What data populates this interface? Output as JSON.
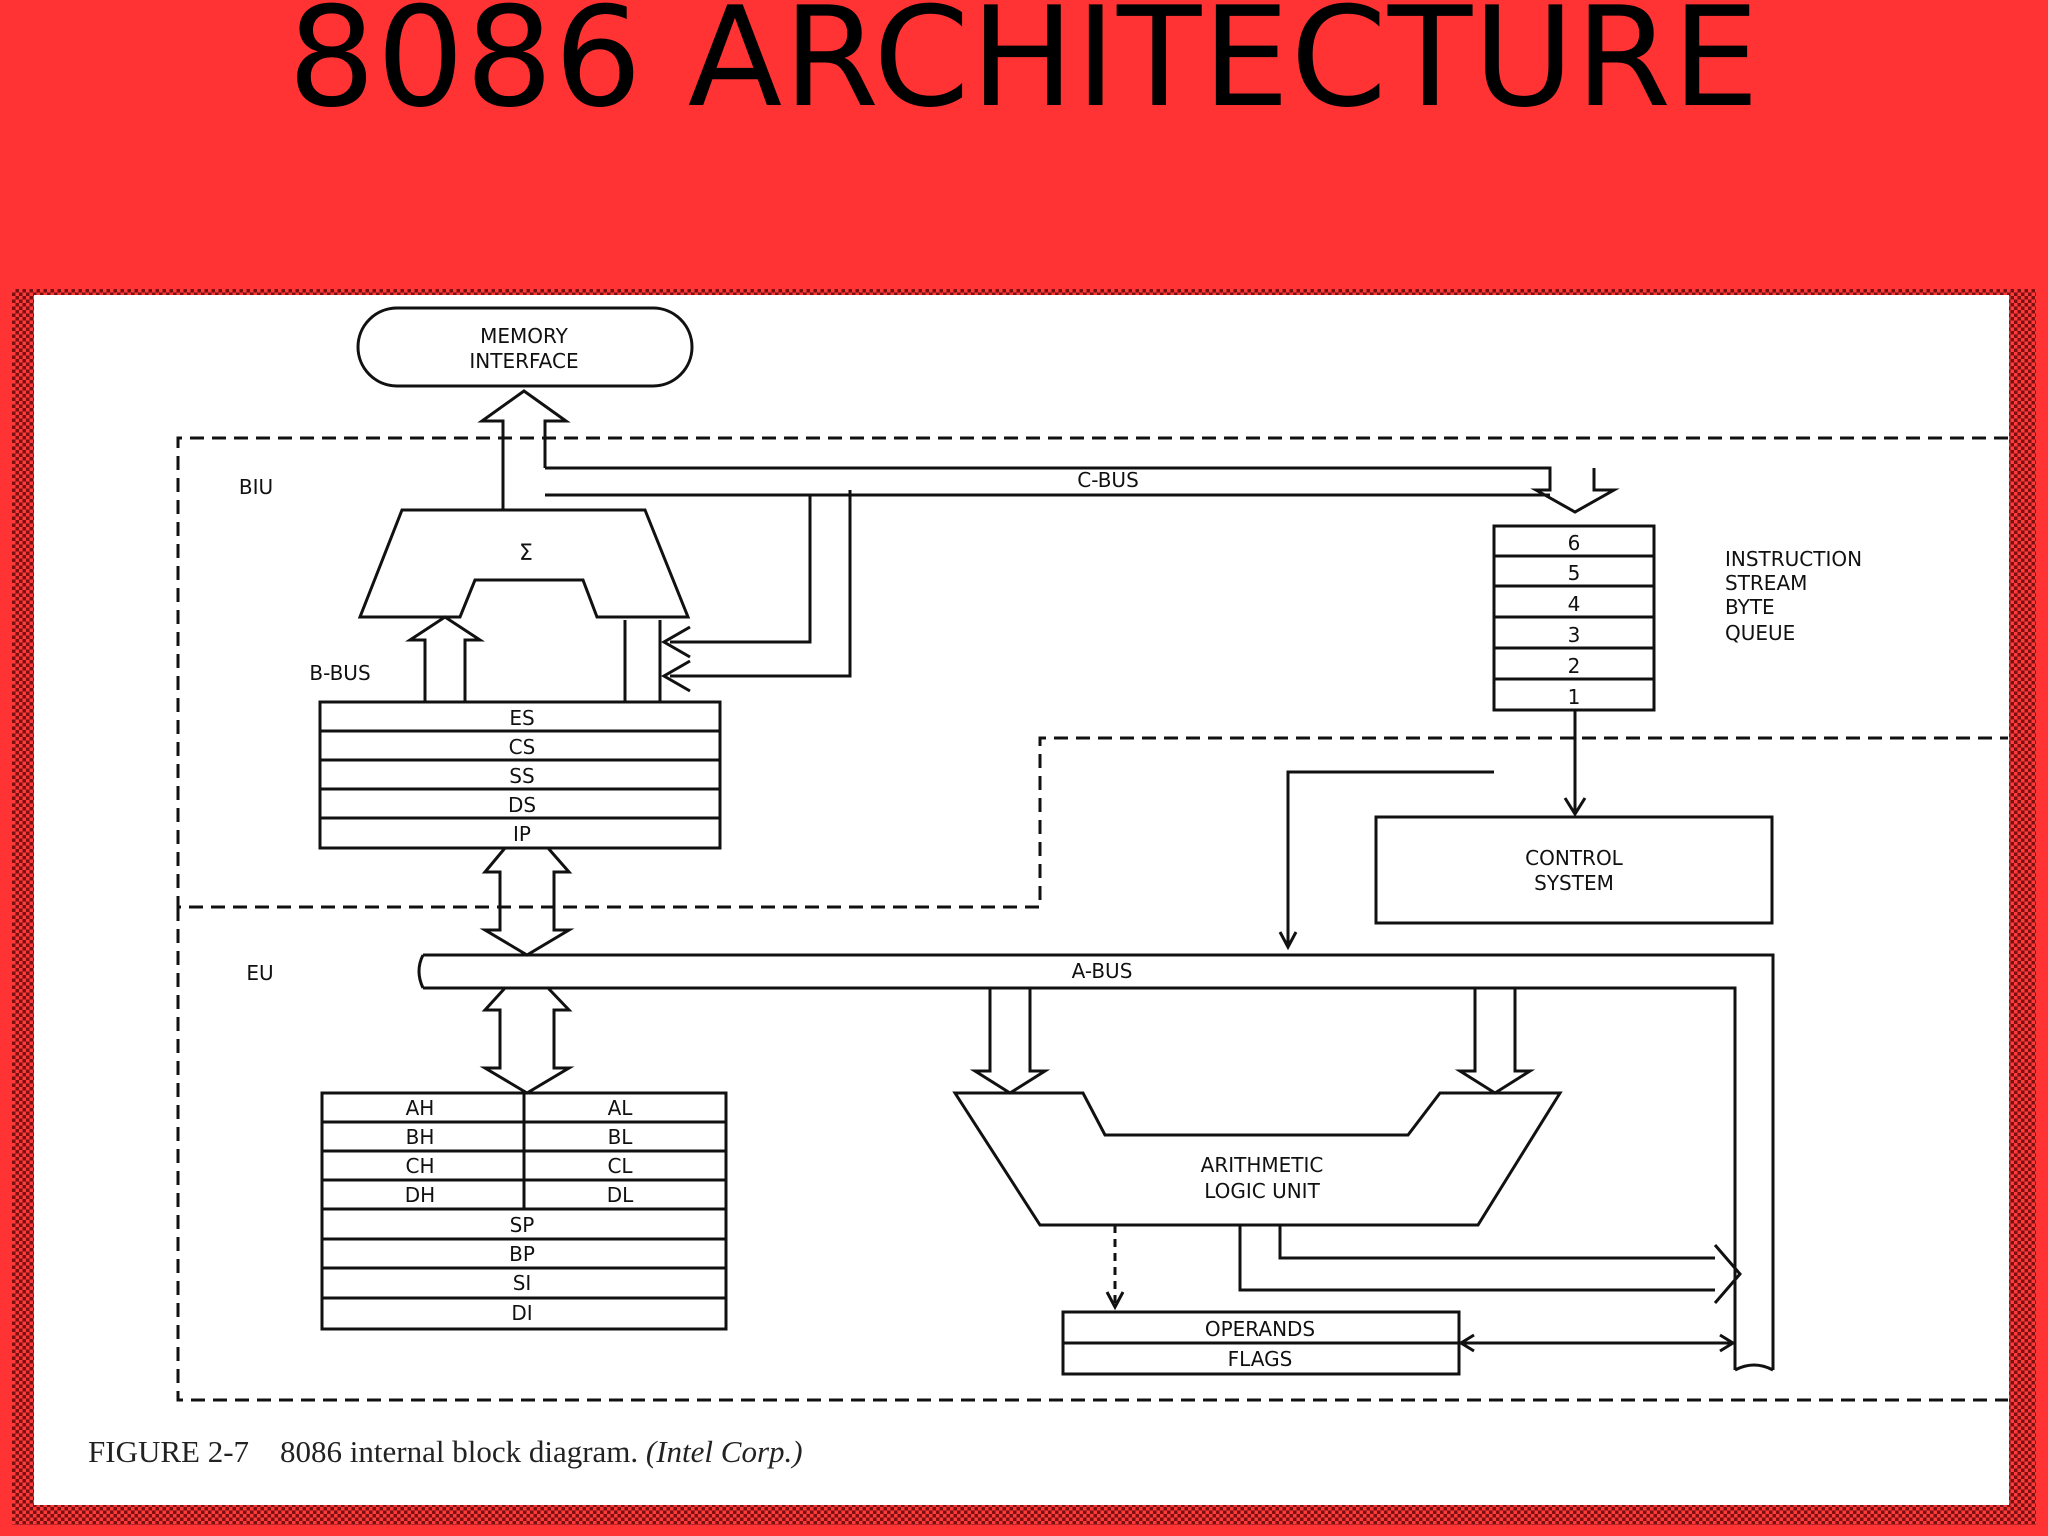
{
  "slide": {
    "title": "8086 ARCHITECTURE"
  },
  "diagram": {
    "memory_interface": [
      "MEMORY",
      "INTERFACE"
    ],
    "biu_label": "BIU",
    "eu_label": "EU",
    "b_bus": "B-BUS",
    "c_bus": "C-BUS",
    "a_bus": "A-BUS",
    "sigma": "Σ",
    "segment_registers": [
      "ES",
      "CS",
      "SS",
      "DS",
      "IP"
    ],
    "queue_slots": [
      "6",
      "5",
      "4",
      "3",
      "2",
      "1"
    ],
    "queue_label": [
      "INSTRUCTION",
      "STREAM",
      "BYTE",
      "QUEUE"
    ],
    "control_system": [
      "CONTROL",
      "SYSTEM"
    ],
    "general_registers_high": [
      "AH",
      "BH",
      "CH",
      "DH"
    ],
    "general_registers_low": [
      "AL",
      "BL",
      "CL",
      "DL"
    ],
    "pointer_registers": [
      "SP",
      "BP",
      "SI",
      "DI"
    ],
    "alu": [
      "ARITHMETIC",
      "LOGIC UNIT"
    ],
    "operands": "OPERANDS",
    "flags": "FLAGS"
  },
  "caption": {
    "figure": "FIGURE 2-7",
    "text": "8086 internal block diagram.",
    "source": "(Intel Corp.)"
  },
  "colors": {
    "background": "#ff3333",
    "panel": "#ffffff",
    "ink": "#111111"
  }
}
